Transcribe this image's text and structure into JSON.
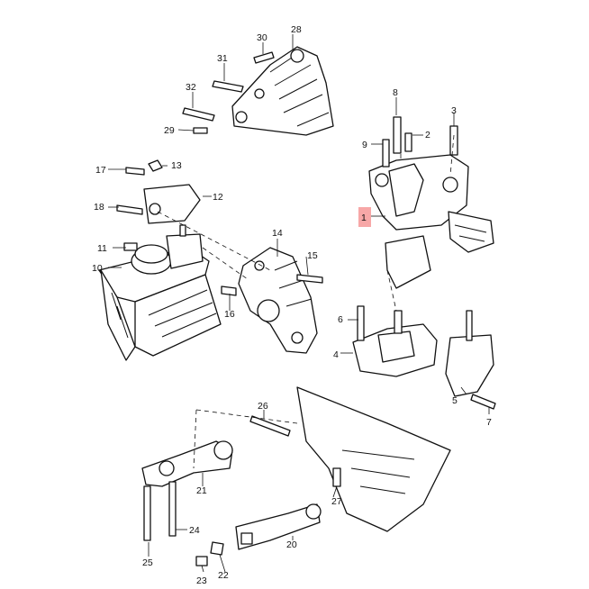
{
  "callouts": {
    "n1": "1",
    "n2": "2",
    "n3": "3",
    "n4": "4",
    "n5": "5",
    "n6": "6",
    "n7": "7",
    "n8": "8",
    "n9": "9",
    "n10": "10",
    "n11": "11",
    "n12": "12",
    "n13": "13",
    "n14": "14",
    "n15": "15",
    "n16": "16",
    "n17": "17",
    "n18": "18",
    "n20": "20",
    "n21": "21",
    "n22": "22",
    "n23": "23",
    "n24": "24",
    "n25": "25",
    "n26": "26",
    "n27": "27",
    "n28": "28",
    "n29": "29",
    "n30": "30",
    "n31": "31",
    "n32": "32"
  },
  "highlight": {
    "part": "1",
    "color": "#f7a7a7"
  }
}
